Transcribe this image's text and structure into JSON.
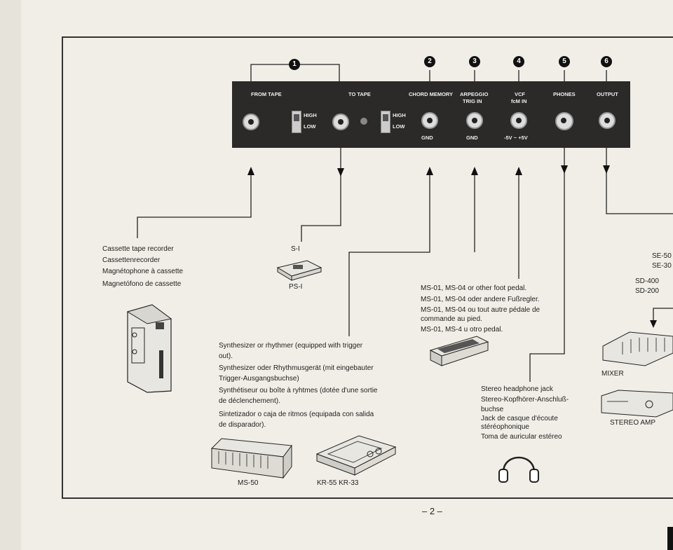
{
  "panel": {
    "from_tape": "FROM TAPE",
    "to_tape": "TO TAPE",
    "high": "HIGH",
    "low": "LOW",
    "chord_memory": "CHORD MEMORY",
    "arpeggio": "ARPEGGIO",
    "trig_in": "TRIG IN",
    "vcf": "VCF",
    "fcm_in": "fcM IN",
    "phones": "PHONES",
    "output": "OUTPUT",
    "gnd1": "GND",
    "gnd2": "GND",
    "voltage": "-5V ~ +5V"
  },
  "numbers": [
    "1",
    "2",
    "3",
    "4",
    "5",
    "6"
  ],
  "cassette": {
    "lines": [
      "Cassette tape recorder",
      "Cassettenrecorder",
      "Magnétophone à cassette",
      "Magnetófono de cassette"
    ]
  },
  "s1": {
    "label": "S-I",
    "model": "PS-I"
  },
  "synth": {
    "lines": [
      "Synthesizer or rhythmer (equipped with trigger",
      "out).",
      "Synthesizer oder Rhythmusgerät (mit eingebauter",
      "Trigger-Ausgangsbuchse)",
      "Synthétiseur ou boîte à ryhtmes (dotée d'une sortie",
      "de déclenchement).",
      "Sintetizador o caja de ritmos (equipada con salida",
      "de disparador)."
    ],
    "model1": "MS-50",
    "model2": "KR-55  KR-33"
  },
  "pedal": {
    "lines": [
      "MS-01, MS-04 or other foot pedal.",
      "MS-01, MS-04 oder andere Fußregler.",
      "MS-01, MS-04 ou tout autre pédale de",
      "commande au pied.",
      "MS-01, MS-4 u otro pedal."
    ]
  },
  "phones": {
    "lines": [
      "Stereo headphone jack",
      "Stereo-Kopfhörer-Anschluß-",
      "buchse",
      "Jack de casque d'écoute",
      "stéréophonique",
      "Toma de auricular estéreo"
    ]
  },
  "right": {
    "se1": "SE-50",
    "se2": "SE-30",
    "sd1": "SD-400",
    "sd2": "SD-200",
    "mixer": "MIXER",
    "amp": "STEREO AMP"
  },
  "page_number": "– 2 –"
}
